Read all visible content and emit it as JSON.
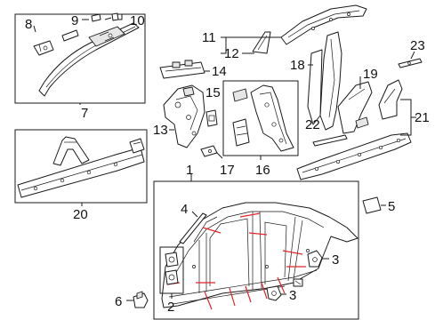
{
  "diagram": {
    "type": "exploded-parts-diagram",
    "accent_colors": {
      "line": "#1a1a1a",
      "cut_marks": "#e0262b",
      "background": "#ffffff"
    },
    "callouts": {
      "c1": "1",
      "c2": "2",
      "c3a": "3",
      "c3b": "3",
      "c4": "4",
      "c5": "5",
      "c6": "6",
      "c7": "7",
      "c8": "8",
      "c9": "9",
      "c10": "10",
      "c11": "11",
      "c12": "12",
      "c13": "13",
      "c14": "14",
      "c15": "15",
      "c16": "16",
      "c17": "17",
      "c18": "18",
      "c19": "19",
      "c20": "20",
      "c21": "21",
      "c22": "22",
      "c23": "23"
    }
  }
}
